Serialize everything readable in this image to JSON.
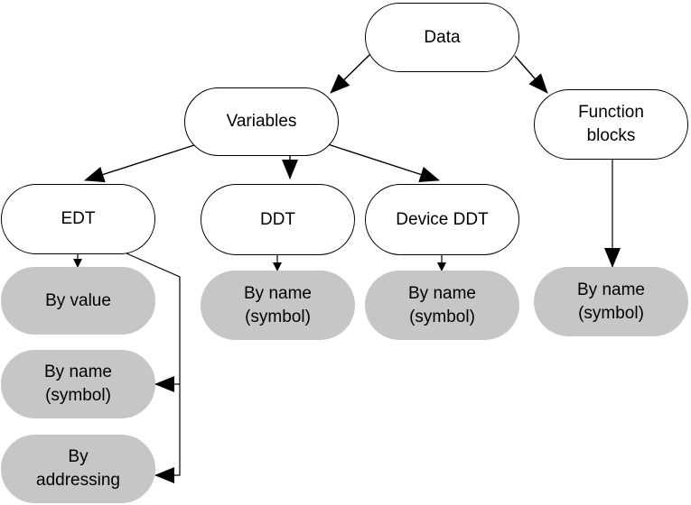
{
  "nodes": {
    "data": "Data",
    "variables": "Variables",
    "function_blocks": "Function\nblocks",
    "edt": "EDT",
    "ddt": "DDT",
    "device_ddt": "Device DDT",
    "edt_by_value": "By value",
    "edt_by_name": "By name\n(symbol)",
    "edt_by_addressing": "By\naddressing",
    "ddt_by_name": "By name\n(symbol)",
    "device_ddt_by_name": "By name\n(symbol)",
    "function_blocks_by_name": "By name\n(symbol)"
  },
  "colors": {
    "line": "#000000",
    "white_node_fill": "#ffffff",
    "grey_node_fill": "#c6c6c6"
  }
}
